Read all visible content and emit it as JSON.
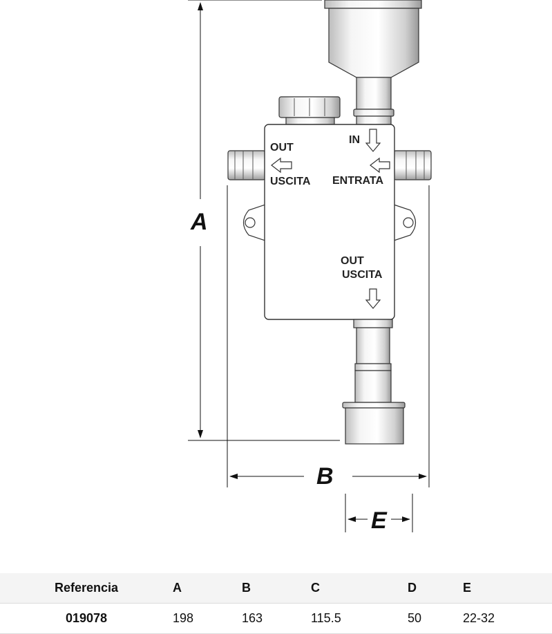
{
  "diagram": {
    "in_label": "IN",
    "out_label_left": "OUT",
    "uscita_label_left": "USCITA",
    "entrata_label": "ENTRATA",
    "out_label_bottom": "OUT",
    "uscita_label_bottom": "USCITA",
    "dim_a": "A",
    "dim_b": "B",
    "dim_e": "E"
  },
  "table": {
    "headers": [
      "Referencia",
      "A",
      "B",
      "C",
      "D",
      "E"
    ],
    "rows": [
      [
        "019078",
        "198",
        "163",
        "115.5",
        "50",
        "22-32"
      ]
    ]
  }
}
